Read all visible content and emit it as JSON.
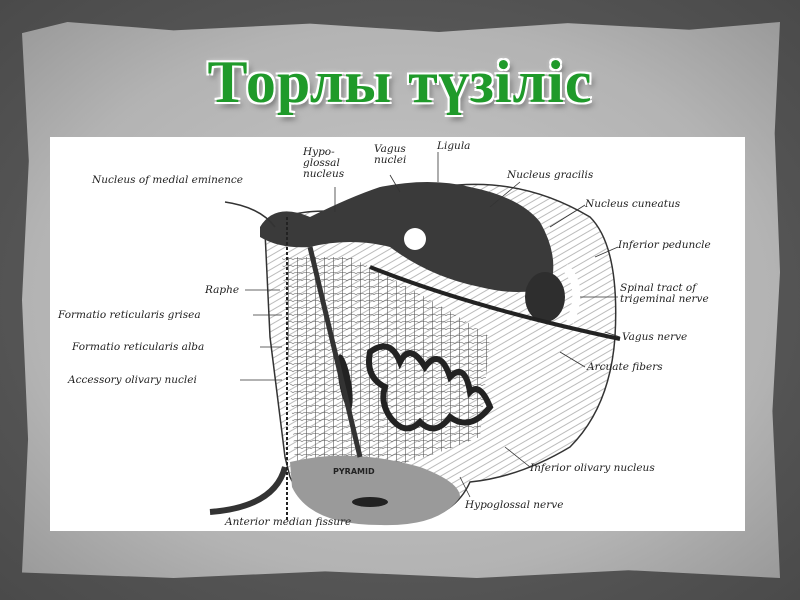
{
  "slide": {
    "title": "Торлы түзіліс"
  },
  "diagram": {
    "labels": {
      "hypoglossal_nucleus": [
        "Hypo-",
        "glossal",
        "nucleus"
      ],
      "vagus_nuclei": [
        "Vagus",
        "nuclei"
      ],
      "ligula": "Ligula",
      "nucleus_medial_eminence": "Nucleus of medial eminence",
      "nucleus_gracilis": "Nucleus gracilis",
      "nucleus_cuneatus": "Nucleus cuneatus",
      "inferior_peduncle": "Inferior peduncle",
      "raphe": "Raphe",
      "spinal_tract": [
        "Spinal tract of",
        "trigeminal nerve"
      ],
      "formatio_grisea": "Formatio reticularis grisea",
      "vagus_nerve": "Vagus nerve",
      "formatio_alba": "Formatio reticularis alba",
      "arcuate_fibers": "Arcuate fibers",
      "accessory_olivary": "Accessory olivary nuclei",
      "pyramid": "PYRAMID",
      "inferior_olivary": "Inferior olivary nucleus",
      "hypoglossal_nerve": "Hypoglossal nerve",
      "anterior_median_fissure": "Anterior median fissure"
    }
  },
  "colors": {
    "title": "#1f9a2a",
    "background": "#5e5e5e",
    "paper": "#c2c2c2"
  }
}
